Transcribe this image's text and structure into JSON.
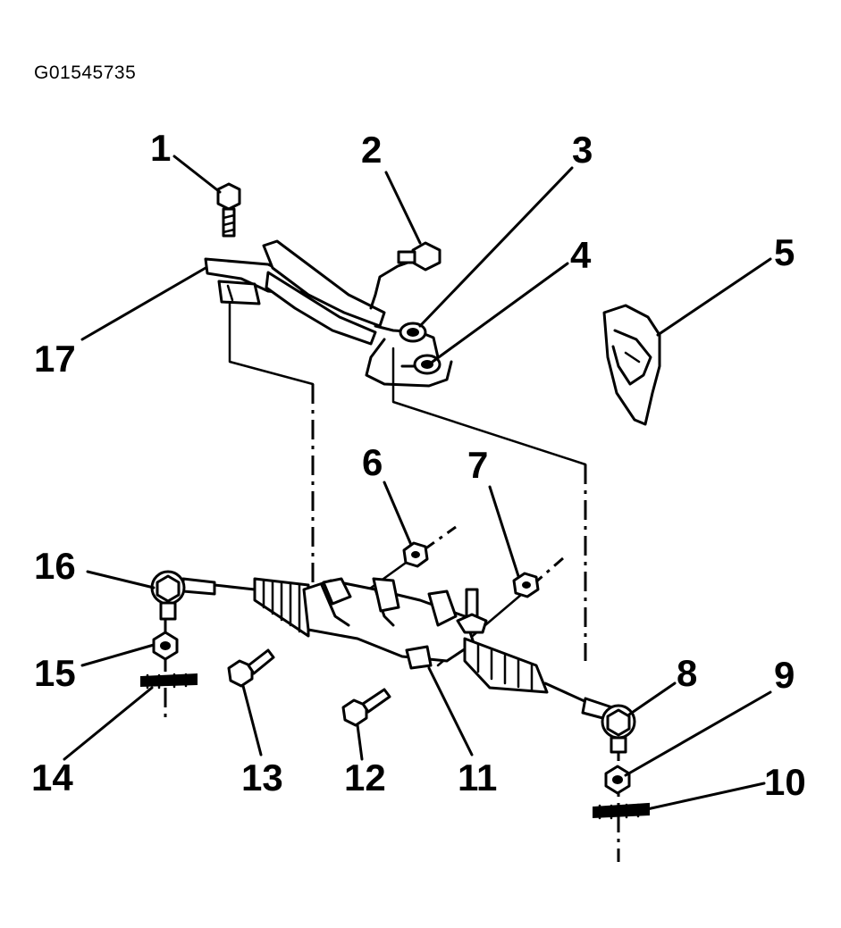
{
  "figure_id": "G01545735",
  "callouts": [
    {
      "number": "1"
    },
    {
      "number": "2"
    },
    {
      "number": "3"
    },
    {
      "number": "4"
    },
    {
      "number": "5"
    },
    {
      "number": "6"
    },
    {
      "number": "7"
    },
    {
      "number": "8"
    },
    {
      "number": "9"
    },
    {
      "number": "10"
    },
    {
      "number": "11"
    },
    {
      "number": "12"
    },
    {
      "number": "13"
    },
    {
      "number": "14"
    },
    {
      "number": "15"
    },
    {
      "number": "16"
    },
    {
      "number": "17"
    }
  ],
  "colors": {
    "ink": "#000000",
    "paper": "#ffffff"
  },
  "icons": [
    "bolt-icon",
    "nut-icon",
    "pipe-icon",
    "boot-icon",
    "tie-rod-end-icon",
    "clip-icon"
  ]
}
